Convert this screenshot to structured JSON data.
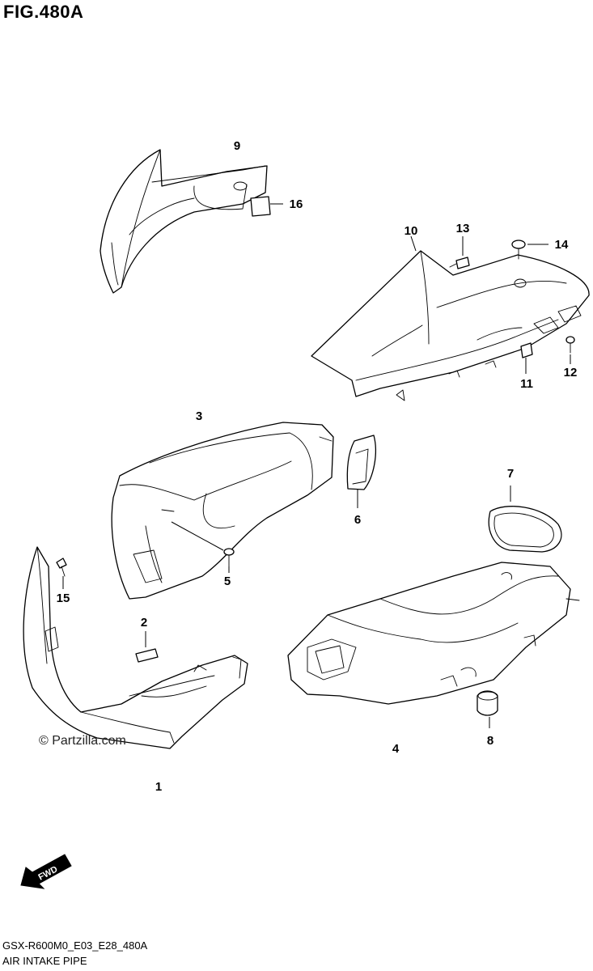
{
  "figure": {
    "title": "FIG.480A",
    "code": "GSX-R600M0_E03_E28_480A",
    "name": "AIR INTAKE PIPE",
    "watermark": "© Partzilla.com",
    "direction_label": "FWD"
  },
  "callouts": [
    "1",
    "2",
    "3",
    "4",
    "5",
    "6",
    "7",
    "8",
    "9",
    "10",
    "11",
    "12",
    "13",
    "14",
    "15",
    "16"
  ]
}
